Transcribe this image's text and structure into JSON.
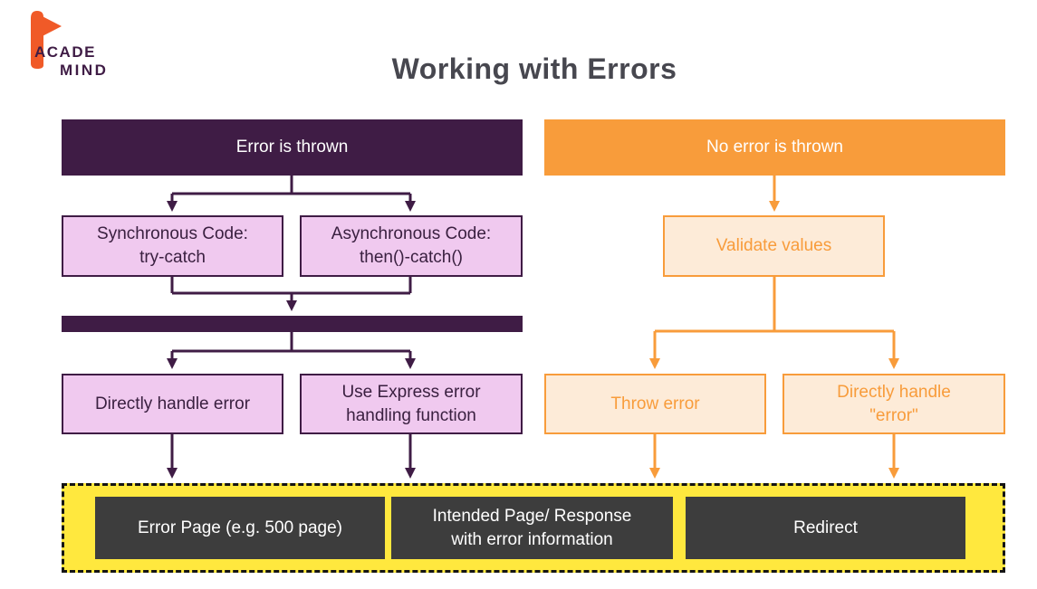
{
  "logo": {
    "acade": "ACADE",
    "mind": "MIND"
  },
  "title": "Working with Errors",
  "left_flow": {
    "header": "Error is thrown",
    "sync_line1": "Synchronous Code:",
    "sync_line2": "try-catch",
    "async_line1": "Asynchronous Code:",
    "async_line2": "then()-catch()",
    "handle_direct": "Directly handle error",
    "handle_express_line1": "Use Express error",
    "handle_express_line2": "handling function"
  },
  "right_flow": {
    "header": "No error is thrown",
    "validate": "Validate values",
    "throw": "Throw error",
    "handle_line1": "Directly handle",
    "handle_line2": "\"error\""
  },
  "outcomes": {
    "error_page": "Error Page (e.g. 500 page)",
    "intended_line1": "Intended Page/ Response",
    "intended_line2": "with error information",
    "redirect": "Redirect"
  },
  "colors": {
    "purple_dark": "#3f1c45",
    "purple_light": "#f0c9ef",
    "orange": "#f89c3b",
    "orange_light": "#fdebd8",
    "logo_orange": "#f05a28",
    "yellow": "#ffe83e",
    "dark_gray": "#3d3d3d",
    "title_gray": "#47474f"
  }
}
